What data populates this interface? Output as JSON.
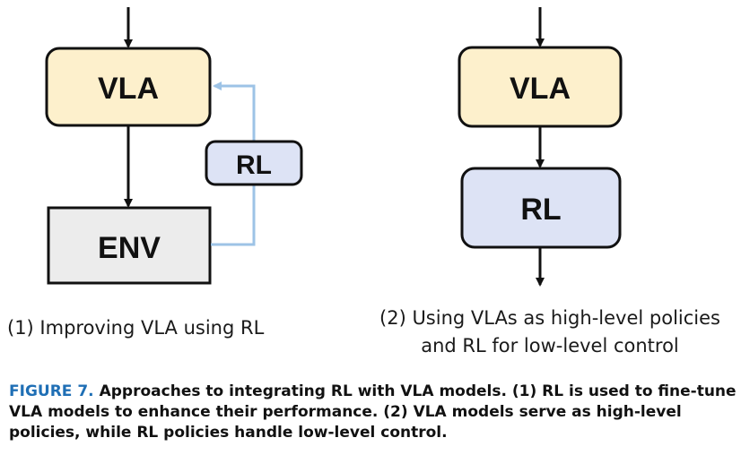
{
  "left_diagram": {
    "vla_label": "VLA",
    "env_label": "ENV",
    "rl_label": "RL",
    "caption": "(1) Improving VLA using RL"
  },
  "right_diagram": {
    "vla_label": "VLA",
    "rl_label": "RL",
    "caption_line1": "(2) Using VLAs as high-level policies",
    "caption_line2": "and RL for low-level control"
  },
  "figure_caption": {
    "label": "FIGURE 7.",
    "text": "Approaches to integrating RL with VLA models. (1) RL is used to fine-tune VLA models to enhance their performance. (2) VLA models serve as high-level policies, while RL policies handle low-level control."
  },
  "colors": {
    "vla_fill": "#fdf0cc",
    "rl_fill": "#dde3f5",
    "env_fill": "#ececec",
    "feedback_arrow": "#9dc3e6",
    "caption_label": "#1f6fb5"
  }
}
